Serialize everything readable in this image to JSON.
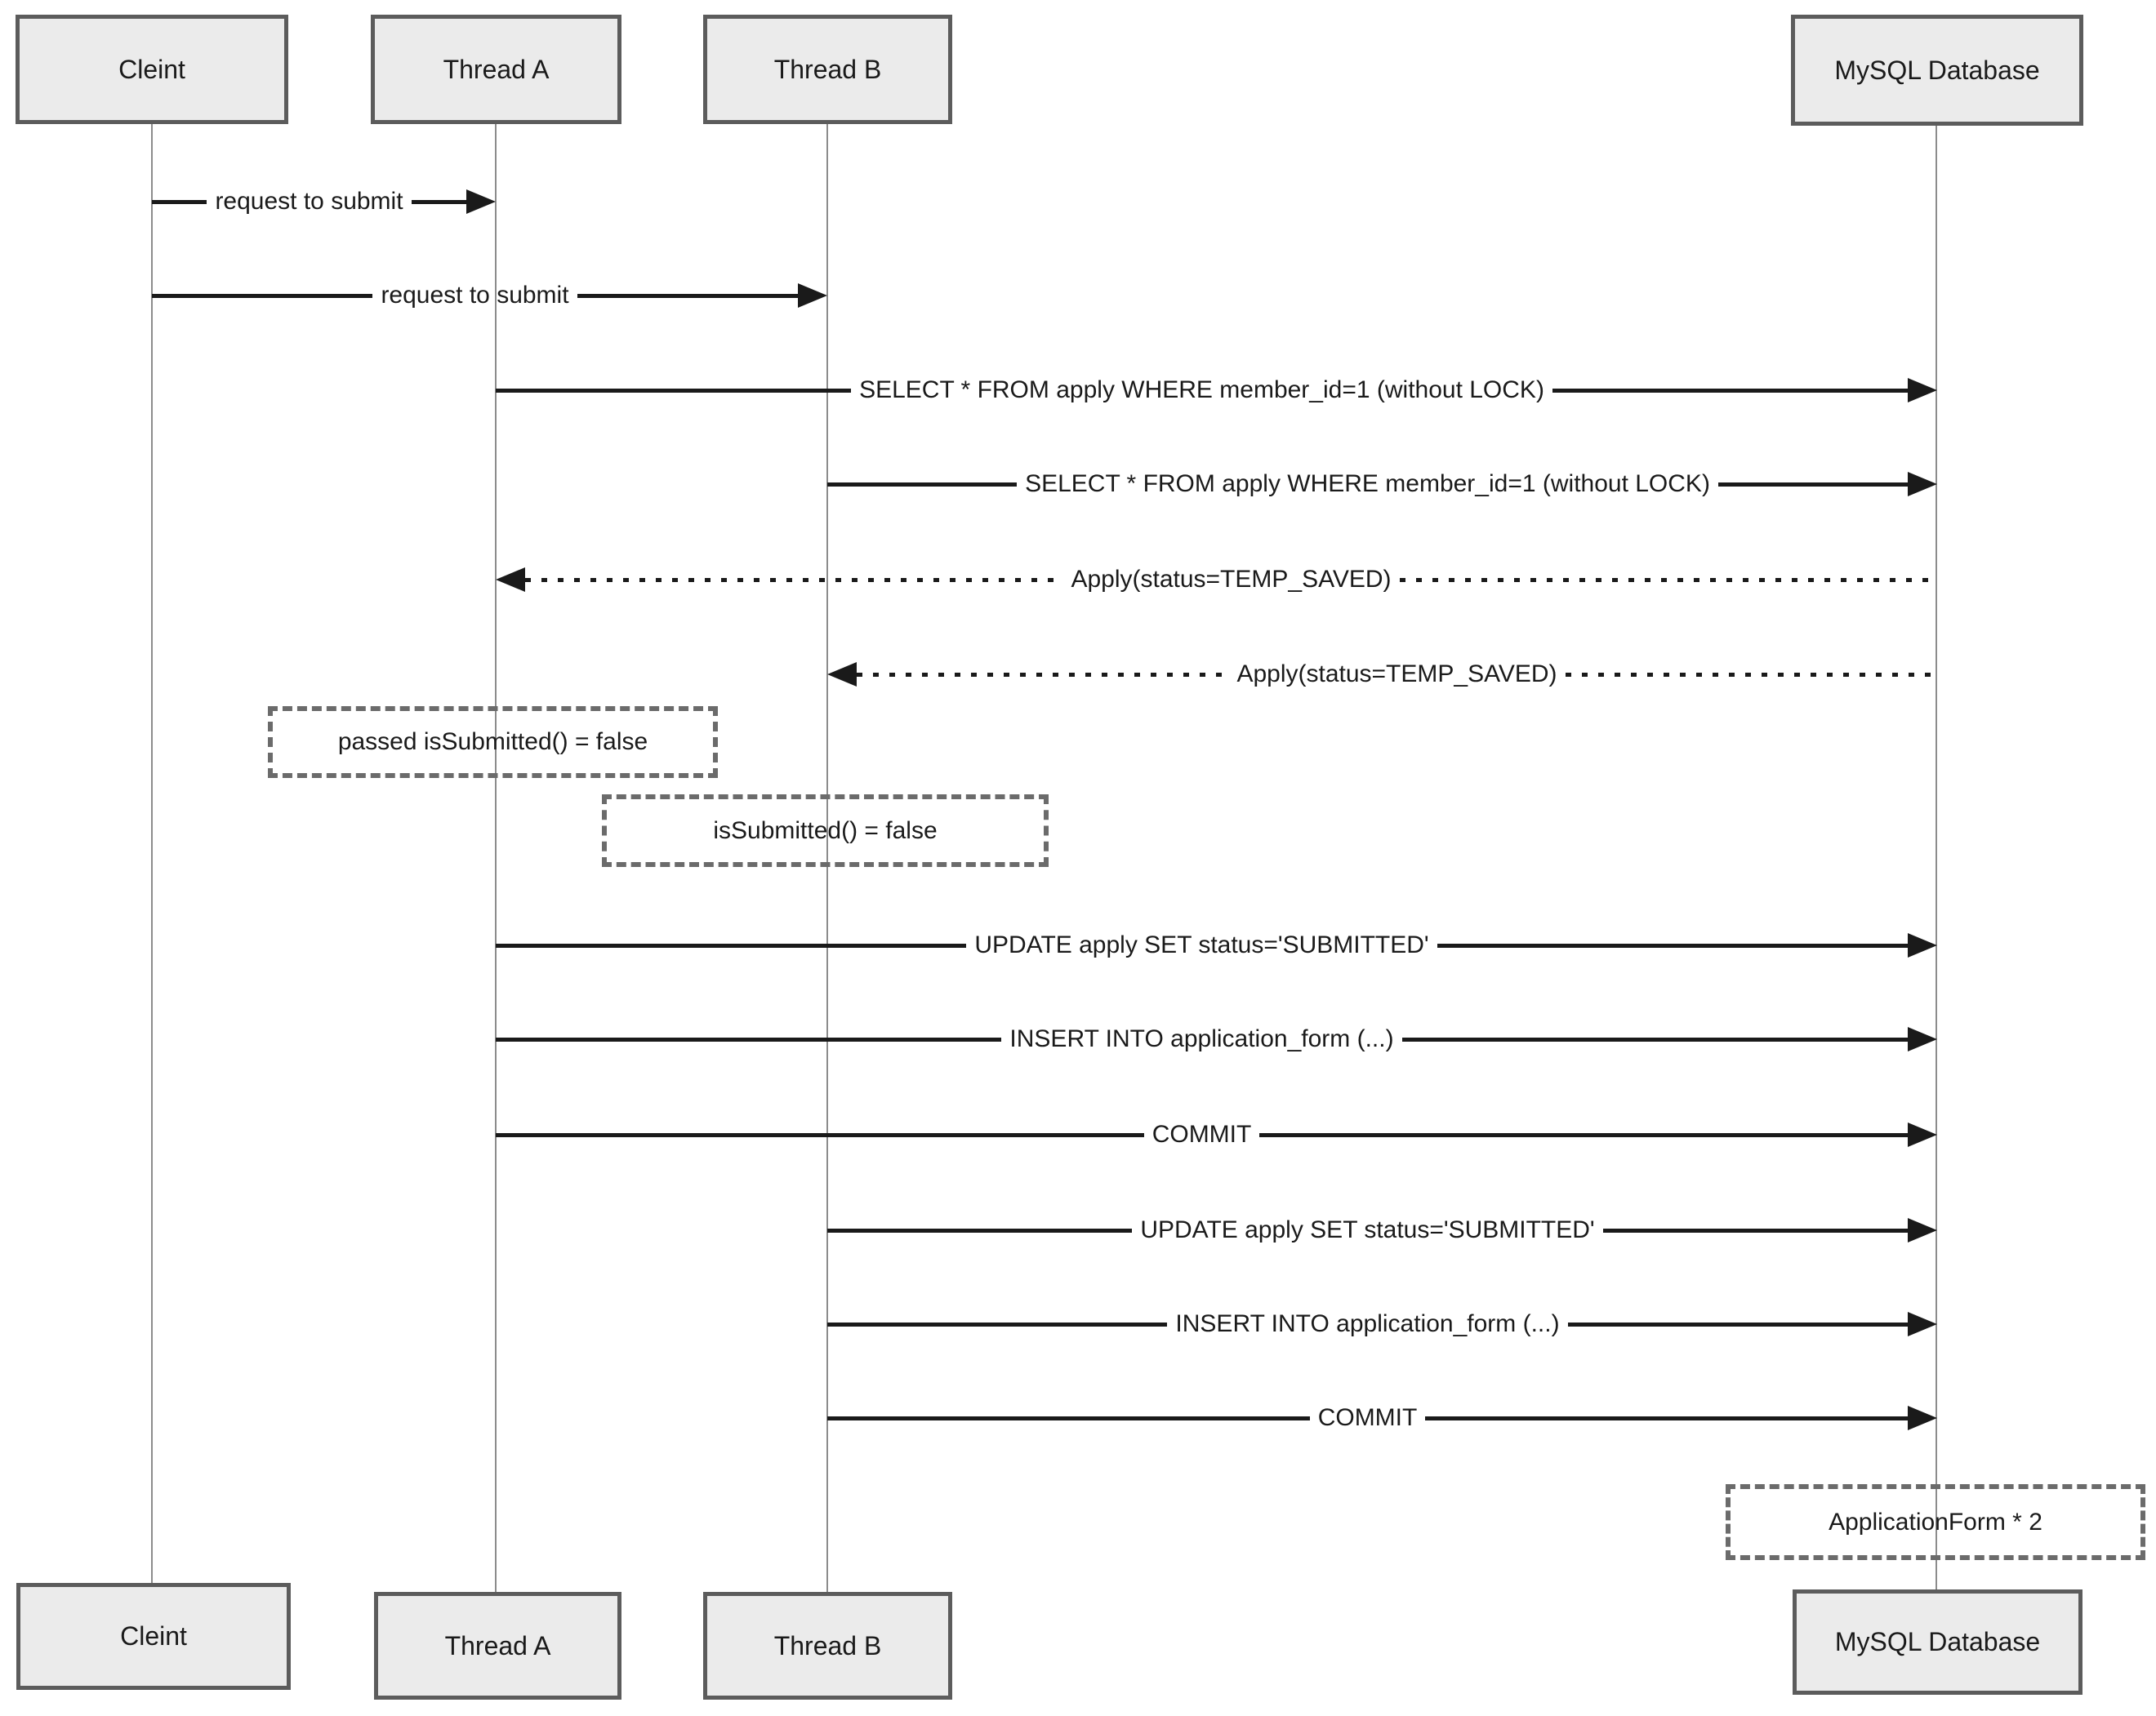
{
  "diagram": {
    "type": "sequence-diagram",
    "actors": [
      {
        "id": "client",
        "label": "Cleint"
      },
      {
        "id": "thread-a",
        "label": "Thread A"
      },
      {
        "id": "thread-b",
        "label": "Thread B"
      },
      {
        "id": "mysql-db",
        "label": "MySQL Database"
      }
    ],
    "messages": [
      {
        "from": "Cleint",
        "to": "Thread A",
        "label": "request to submit",
        "line": "solid",
        "direction": "right"
      },
      {
        "from": "Cleint",
        "to": "Thread B",
        "label": "request to submit",
        "line": "solid",
        "direction": "right"
      },
      {
        "from": "Thread A",
        "to": "MySQL Database",
        "label": "SELECT * FROM apply WHERE member_id=1 (without LOCK)",
        "line": "solid",
        "direction": "right"
      },
      {
        "from": "Thread B",
        "to": "MySQL Database",
        "label": "SELECT * FROM apply WHERE member_id=1 (without LOCK)",
        "line": "solid",
        "direction": "right"
      },
      {
        "from": "MySQL Database",
        "to": "Thread A",
        "label": "Apply(status=TEMP_SAVED)",
        "line": "dotted",
        "direction": "left"
      },
      {
        "from": "MySQL Database",
        "to": "Thread B",
        "label": "Apply(status=TEMP_SAVED)",
        "line": "dotted",
        "direction": "left"
      },
      {
        "from": "Thread A",
        "to": "MySQL Database",
        "label": "UPDATE apply SET status='SUBMITTED'",
        "line": "solid",
        "direction": "right"
      },
      {
        "from": "Thread A",
        "to": "MySQL Database",
        "label": "INSERT INTO application_form (...)",
        "line": "solid",
        "direction": "right"
      },
      {
        "from": "Thread A",
        "to": "MySQL Database",
        "label": "COMMIT",
        "line": "solid",
        "direction": "right"
      },
      {
        "from": "Thread B",
        "to": "MySQL Database",
        "label": "UPDATE apply SET status='SUBMITTED'",
        "line": "solid",
        "direction": "right"
      },
      {
        "from": "Thread B",
        "to": "MySQL Database",
        "label": "INSERT INTO application_form (...)",
        "line": "solid",
        "direction": "right"
      },
      {
        "from": "Thread B",
        "to": "MySQL Database",
        "label": "COMMIT",
        "line": "solid",
        "direction": "right"
      }
    ],
    "notes": [
      {
        "over": "Thread A",
        "label": "passed isSubmitted() = false"
      },
      {
        "over": "Thread B",
        "label": "isSubmitted() = false"
      },
      {
        "over": "MySQL Database",
        "label": "ApplicationForm * 2"
      }
    ],
    "colors": {
      "actor_fill": "#ebebeb",
      "actor_border": "#5c5c5c",
      "message_line": "#1a1a1a",
      "lifeline": "#8c8c8c",
      "note_border": "#6b6b6b",
      "text": "#1a1a1a",
      "background": "#ffffff"
    }
  }
}
